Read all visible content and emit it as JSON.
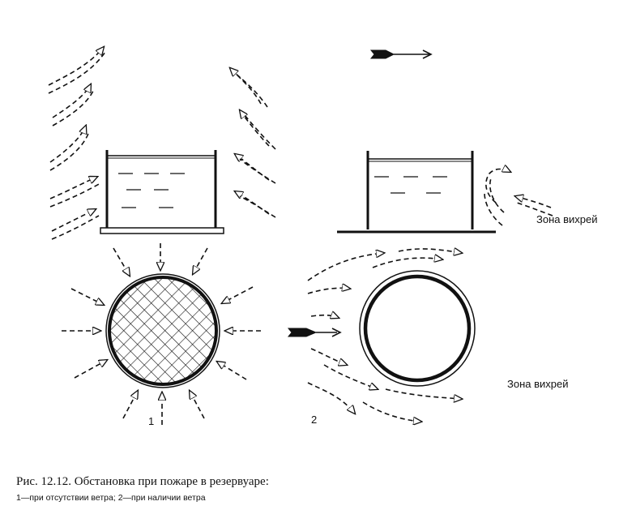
{
  "labels": {
    "vortex_zone_side": "Зона вихрей",
    "vortex_zone_plan": "Зона вихрей",
    "case1": "1",
    "case2": "2"
  },
  "caption": {
    "title": "Рис. 12.12. Обстановка при пожаре в резервуаре:",
    "legend": "1—при отсутствии ветра; 2—при наличии ветра"
  }
}
